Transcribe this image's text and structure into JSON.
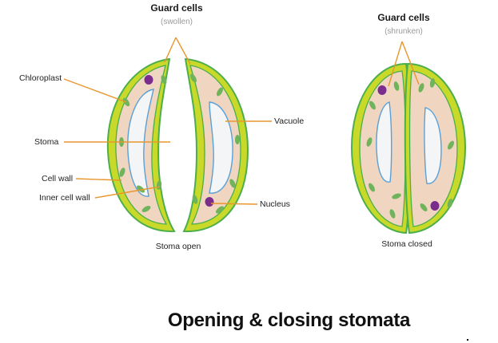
{
  "title": "Opening & closing stomata",
  "open_stoma": {
    "header": "Guard cells",
    "subheader": "(swollen)",
    "caption": "Stoma open",
    "labels": {
      "chloroplast": "Chloroplast",
      "stoma": "Stoma",
      "cell_wall": "Cell wall",
      "inner_cell_wall": "Inner cell wall",
      "vacuole": "Vacuole",
      "nucleus": "Nucleus"
    }
  },
  "closed_stoma": {
    "header": "Guard cells",
    "subheader": "(shrunken)",
    "caption": "Stoma closed"
  },
  "colors": {
    "outer_wall": "#c8d92a",
    "wall_outline": "#4cae4c",
    "cytoplasm": "#f0d6c0",
    "vacuole": "#f3f5f7",
    "vacuole_outline": "#5aa0d6",
    "chloroplast": "#6fb35a",
    "nucleus": "#7b2d8e",
    "leader_line": "#e8962e"
  }
}
